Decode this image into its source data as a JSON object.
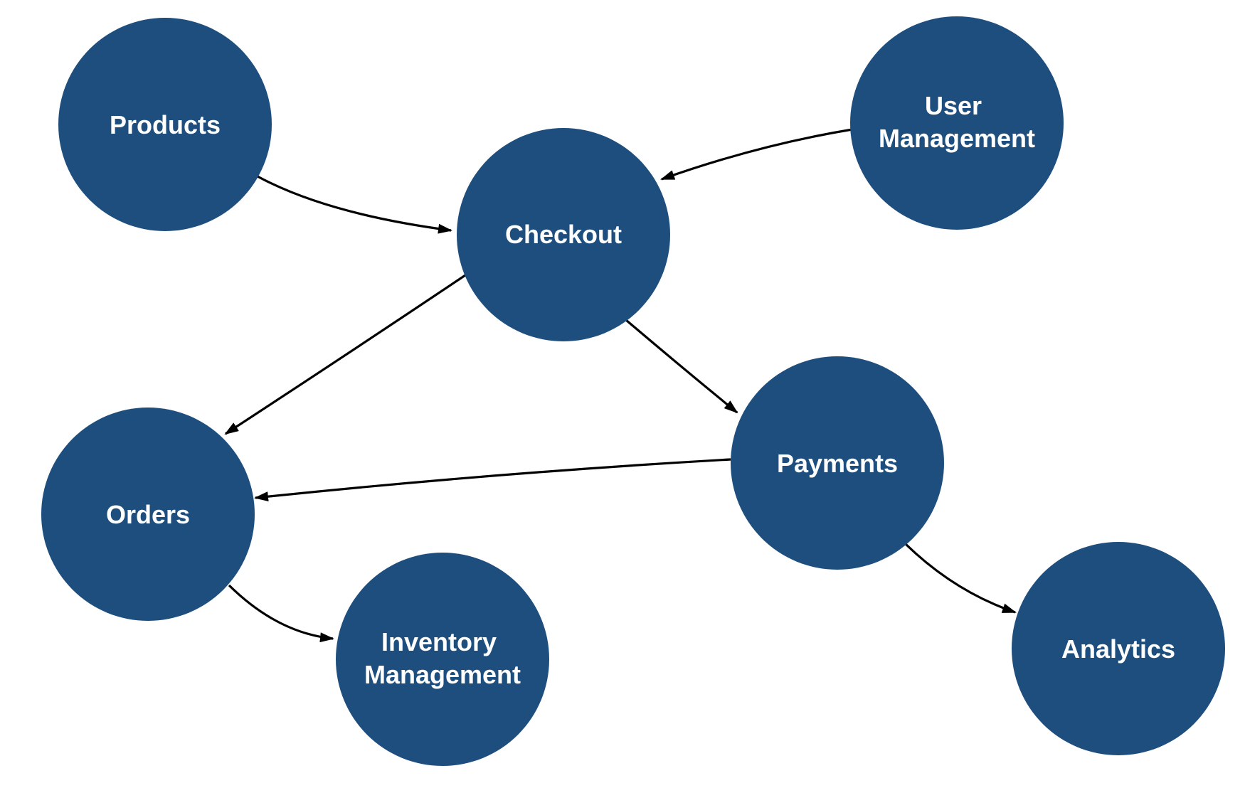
{
  "diagram": {
    "background_color": "#ffffff",
    "node_fill_color": "#1E4E7D",
    "node_text_color": "#ffffff",
    "edge_color": "#000000",
    "nodes": [
      {
        "id": "products",
        "label": "Products",
        "lines": [
          "Products"
        ]
      },
      {
        "id": "checkout",
        "label": "Checkout",
        "lines": [
          "Checkout"
        ]
      },
      {
        "id": "user-management",
        "label": "User Management",
        "lines": [
          "User",
          "Management"
        ]
      },
      {
        "id": "orders",
        "label": "Orders",
        "lines": [
          "Orders"
        ]
      },
      {
        "id": "payments",
        "label": "Payments",
        "lines": [
          "Payments"
        ]
      },
      {
        "id": "inventory-management",
        "label": "Inventory Management",
        "lines": [
          "Inventory",
          "Management"
        ]
      },
      {
        "id": "analytics",
        "label": "Analytics",
        "lines": [
          "Analytics"
        ]
      }
    ],
    "edges": [
      {
        "from": "Products",
        "to": "Checkout"
      },
      {
        "from": "User Management",
        "to": "Checkout"
      },
      {
        "from": "Checkout",
        "to": "Orders"
      },
      {
        "from": "Checkout",
        "to": "Payments"
      },
      {
        "from": "Payments",
        "to": "Orders"
      },
      {
        "from": "Orders",
        "to": "Inventory Management"
      },
      {
        "from": "Payments",
        "to": "Analytics"
      }
    ]
  }
}
